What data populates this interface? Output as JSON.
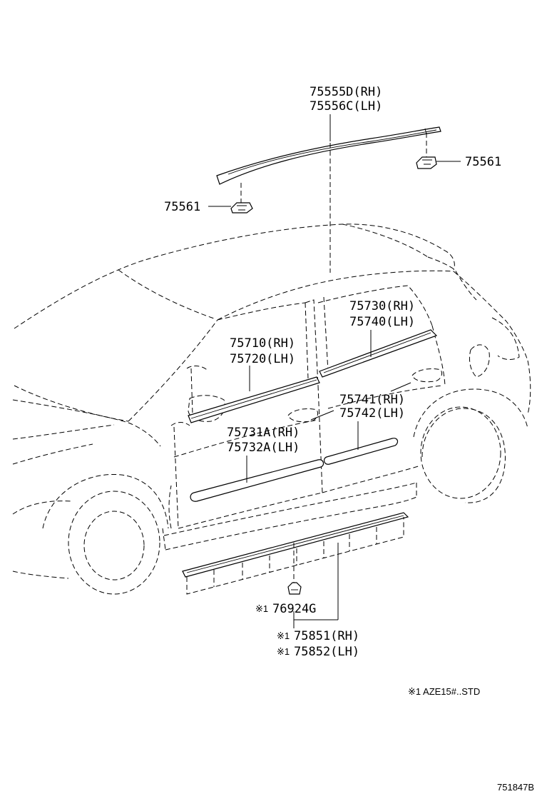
{
  "parts": {
    "roof_molding": {
      "rh": "75555D(RH)",
      "lh": "75556C(LH)"
    },
    "clip_right": "75561",
    "clip_left": "75561",
    "rear_door_belt": {
      "rh": "75730(RH)",
      "lh": "75740(LH)"
    },
    "front_door_belt": {
      "rh": "75710(RH)",
      "lh": "75720(LH)"
    },
    "rear_door_side": {
      "rh": "75741(RH)",
      "lh": "75742(LH)"
    },
    "front_door_side": {
      "rh": "75731A(RH)",
      "lh": "75732A(LH)"
    },
    "rocker_clip": {
      "mark": "※1",
      "code": "76924G"
    },
    "rocker_molding": {
      "rh_mark": "※1",
      "rh": "75851(RH)",
      "lh_mark": "※1",
      "lh": "75852(LH)"
    }
  },
  "footnote": "※1 AZE15#..STD",
  "diagram_id": "751847B"
}
